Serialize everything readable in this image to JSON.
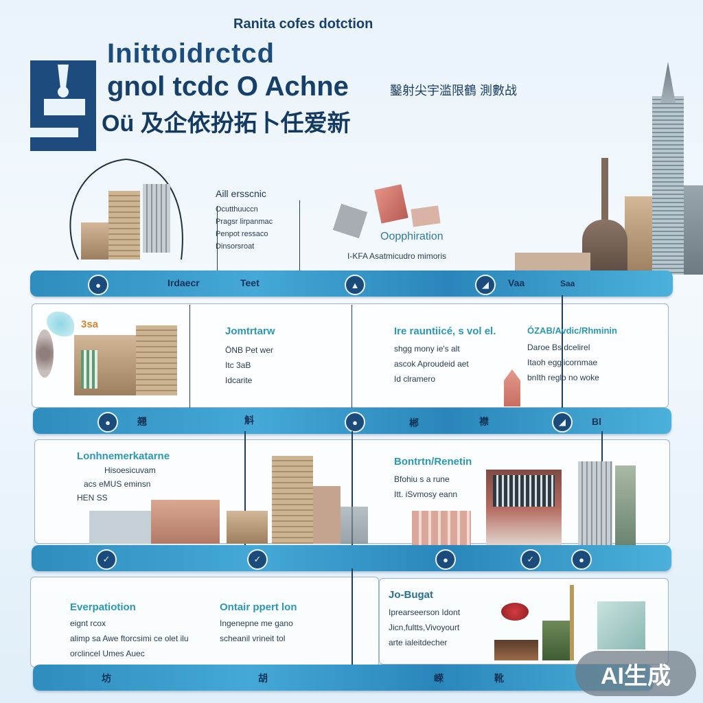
{
  "header": {
    "caption": "Ranita cofes dotction",
    "title_line1": "Inittoidrctcd",
    "title_line2": "gnol tcdc O Achne",
    "title_line3": "Oü 及企依扮拓卜任爱新",
    "cjk_tagline": "鑿射尖宇滥限鶴 測數战"
  },
  "row1": {
    "left_heading": "Aill ersscnic",
    "left_bullets": [
      "Ocutthuuccn",
      "Pragsr lirpanmac",
      "Penpot ressaco",
      "Dinsorsroat"
    ],
    "mid_heading": "Oopphiration",
    "mid_sub": "I-KFA Asatmicudro mimoris",
    "ribbon_labels": [
      "Irdaecr",
      "Teet",
      "Vaa",
      "Saa"
    ]
  },
  "row2": {
    "col1_tag": "3sa",
    "col2_heading": "Jomtrtarw",
    "col2_bullets": [
      "ÖNB Pet wer",
      "Itc 3aB",
      "Idcarite"
    ],
    "col3_heading": "Ire rauntiicé, s vol el.",
    "col3_bullets": [
      "shgg mony ie's alt",
      "ascok Aproudeid aet",
      "Id clramero"
    ],
    "col4_heading": "ÓZAB/Avdic/Rhminin",
    "col4_bullets": [
      "Daroe Bs dcelirel",
      "Itaoh eggiicornmae",
      "bnIth reglo no woke"
    ],
    "ribbon_labels": [
      "翘",
      "斛",
      "郴",
      "襟",
      "Bl"
    ]
  },
  "row3": {
    "left_heading": "Lonhnemerkatarne",
    "left_bullets": [
      "Hisoesicuvam",
      "acs eMUS eminsn",
      "HEN SS"
    ],
    "right_heading": "Bontrtn/Renetin",
    "right_bullets": [
      "Bfohiu s a rune",
      "Itt. iSvmosy eann"
    ]
  },
  "row4": {
    "col1_heading": "Everpatiotion",
    "col1_bullets": [
      "eignt rcox",
      "alimp sa Awe ftorcsimi ce olet ilu",
      "orclincel Umes Auec"
    ],
    "col2_heading": "Ontair ppert lon",
    "col2_bullets": [
      "Ingenepne me gano",
      "scheanil vrineit tol"
    ],
    "col3_heading": "Jo-Bugat",
    "col3_bullets": [
      "Iprearseerson Idont",
      "Jicn,fultts,Vivoyourt",
      "arte ialeitdecher"
    ],
    "ribbon_labels": [
      "坊",
      "胡",
      "嵘",
      "靴"
    ]
  },
  "badge": {
    "text": "AI生成"
  }
}
